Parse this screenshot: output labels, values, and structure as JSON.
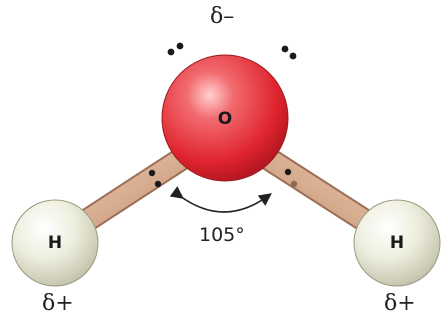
{
  "molecule": {
    "oxygen": {
      "symbol": "O",
      "charge": "δ–",
      "color": "#e8313b"
    },
    "hydrogen_left": {
      "symbol": "H",
      "charge": "δ+",
      "color": "#eeeedd"
    },
    "hydrogen_right": {
      "symbol": "H",
      "charge": "δ+",
      "color": "#eeeedd"
    },
    "bond_angle": "105°",
    "bond_color": "#d9b49a"
  }
}
